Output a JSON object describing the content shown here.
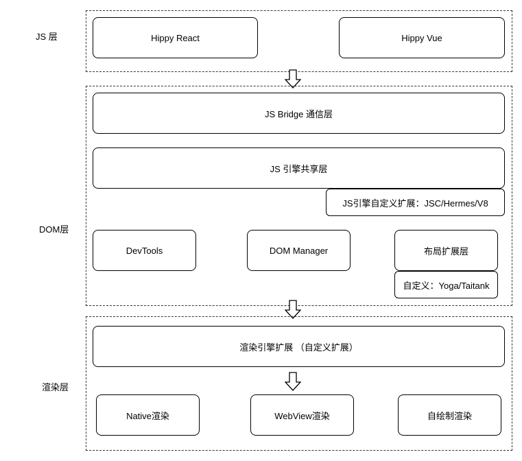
{
  "layers": {
    "js": {
      "label": "JS 层",
      "hippy_react": "Hippy React",
      "hippy_vue": "Hippy Vue"
    },
    "dom": {
      "label": "DOM层",
      "js_bridge": "JS Bridge 通信层",
      "js_engine_shared": "JS 引擎共享层",
      "js_engine_ext": "JS引擎自定义扩展：JSC/Hermes/V8",
      "devtools": "DevTools",
      "dom_manager": "DOM Manager",
      "layout_ext": "布局扩展层",
      "layout_custom": "自定义：Yoga/Taitank"
    },
    "render": {
      "label": "渲染层",
      "render_engine_ext": "渲染引擎扩展 （自定义扩展）",
      "native_render": "Native渲染",
      "webview_render": "WebView渲染",
      "custom_render": "自绘制渲染"
    }
  },
  "icons": {
    "flow_arrow": "down-arrow-icon"
  }
}
